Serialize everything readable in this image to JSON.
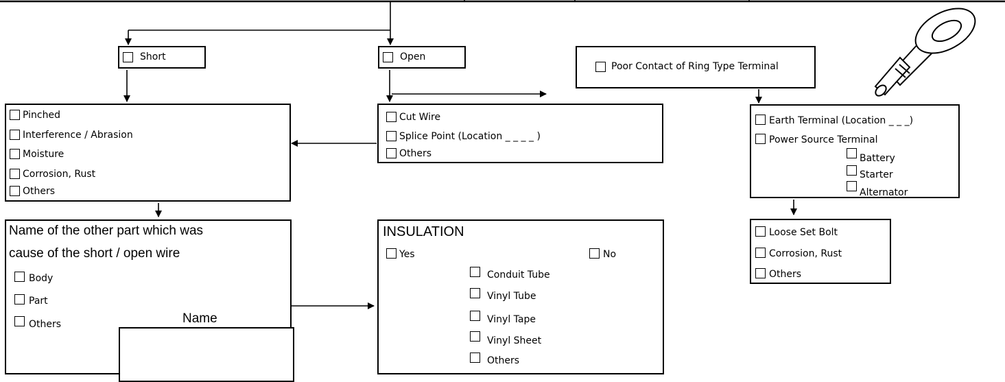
{
  "short": {
    "label": "Short"
  },
  "open": {
    "label": "Open"
  },
  "ring": {
    "label": "Poor Contact of Ring Type Terminal"
  },
  "short_causes": {
    "items": [
      "Pinched",
      "Interference / Abrasion",
      "Moisture",
      "Corrosion, Rust",
      "Others"
    ]
  },
  "open_causes": {
    "items": [
      "Cut Wire",
      "Splice Point (Location _ _ _ _ )",
      "Others"
    ]
  },
  "terminal": {
    "earth": "Earth Terminal (Location _ _ _)",
    "power": "Power Source Terminal",
    "sub": [
      "Battery",
      "Starter",
      "Alternator"
    ]
  },
  "terminal_causes": {
    "items": [
      "Loose Set Bolt",
      "Corrosion, Rust",
      "Others"
    ]
  },
  "other_part": {
    "title_line1": "Name of the other part which was",
    "title_line2": "cause of the short / open wire",
    "options": [
      "Body",
      "Part",
      "Others"
    ],
    "name_label": "Name"
  },
  "insulation": {
    "title": "INSULATION",
    "yes": "Yes",
    "no": "No",
    "types": [
      "Conduit Tube",
      "Vinyl Tube",
      "Vinyl Tape",
      "Vinyl Sheet",
      "Others"
    ]
  }
}
